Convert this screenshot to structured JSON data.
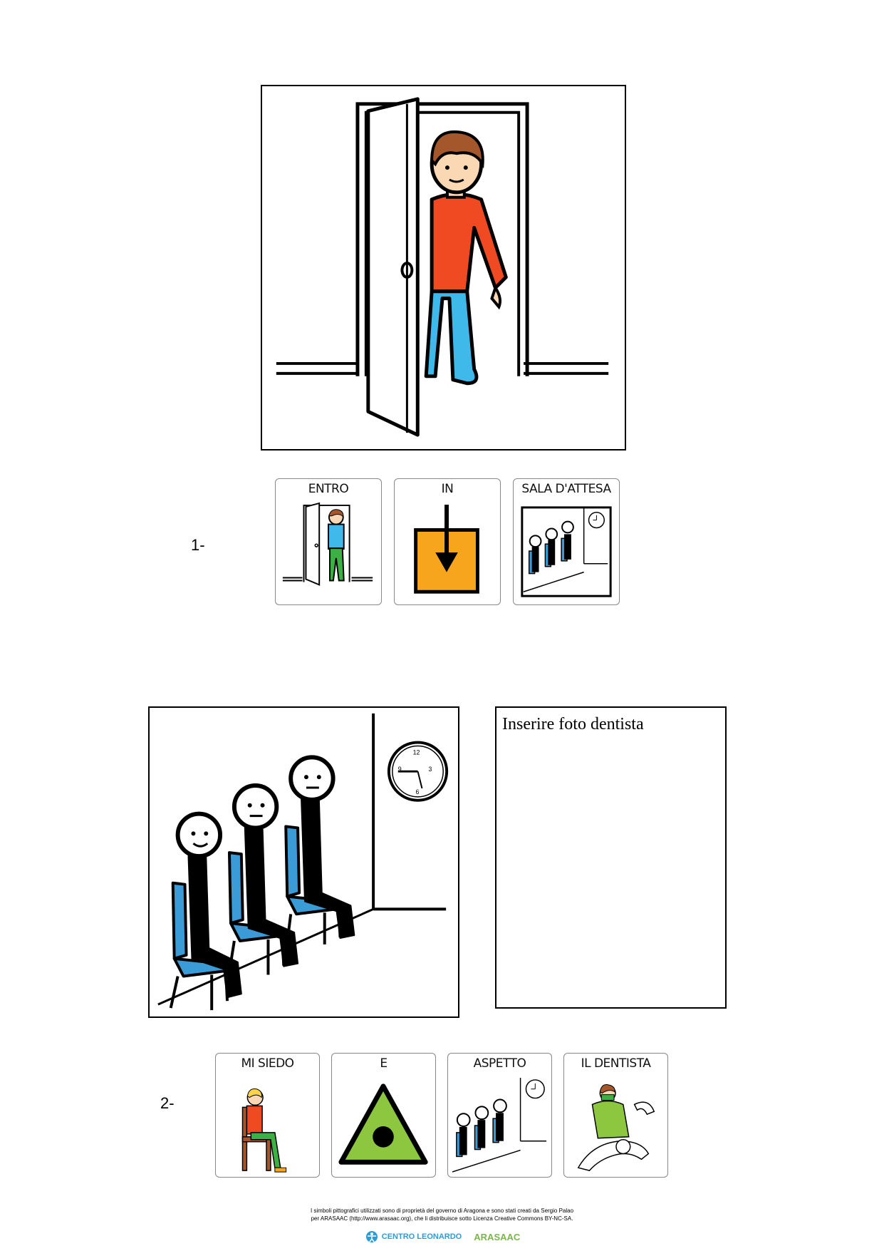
{
  "step1": {
    "number": "1-",
    "cards": [
      "ENTRO",
      "IN",
      "SALA D'ATTESA"
    ]
  },
  "step2": {
    "number": "2-",
    "photo_placeholder": "Inserire foto dentista",
    "cards": [
      "MI SIEDO",
      "E",
      "ASPETTO",
      "IL DENTISTA"
    ]
  },
  "footer": {
    "line1": "I simboli pittografici utilizzati sono di proprietà del governo di Aragona e sono stati creati da Sergio Palao",
    "line2": "per ARASAAC (http://www.arasaac.org), che li distribuisce sotto Licenza Creative Commons BY-NC-SA.",
    "logo_left": "CENTRO LEONARDO",
    "logo_right": "ARASAAC"
  },
  "colors": {
    "shirt": "#f04a23",
    "pants": "#3fb8ea",
    "skin": "#fbd8b4",
    "hair": "#a4572a",
    "chair": "#3b9bd6",
    "orange": "#f7a51d",
    "green": "#8dc63f"
  }
}
